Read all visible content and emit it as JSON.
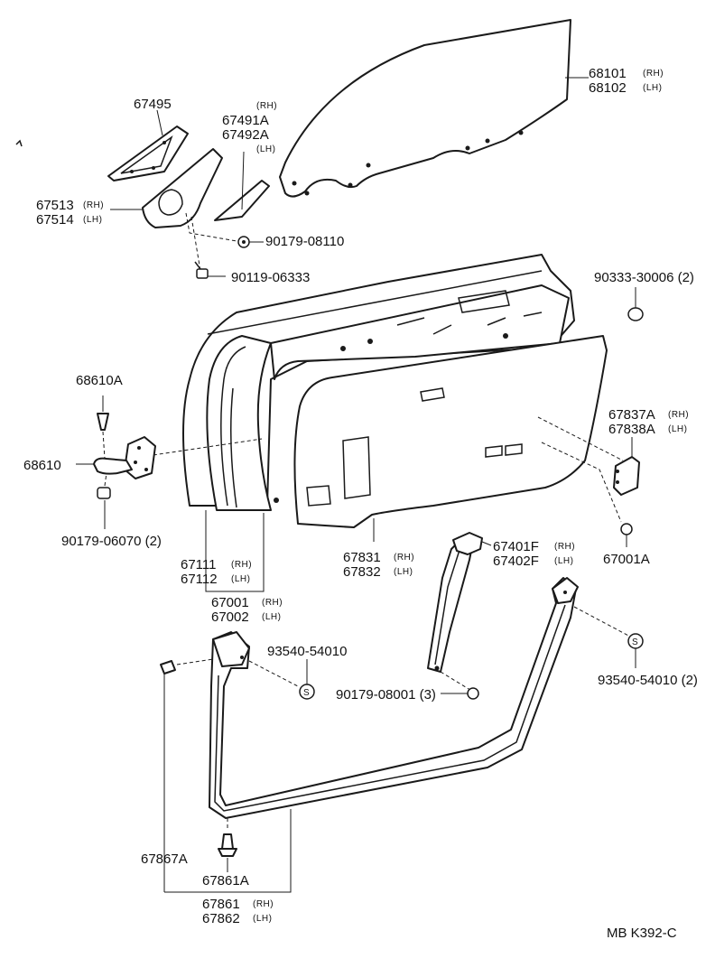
{
  "diagram": {
    "callouts": [
      {
        "id": "68101",
        "part": "68101",
        "side": "(RH)",
        "part2": "68102",
        "side2": "(LH)"
      },
      {
        "id": "67495",
        "part": "67495"
      },
      {
        "id": "67491A",
        "part": "67491A",
        "side_top": "(RH)",
        "part2": "67492A",
        "side2": "(LH)"
      },
      {
        "id": "67513",
        "part": "67513",
        "side": "(RH)",
        "part2": "67514",
        "side2": "(LH)"
      },
      {
        "id": "90179-08110",
        "part": "90179-08110"
      },
      {
        "id": "90119-06333",
        "part": "90119-06333"
      },
      {
        "id": "90333-30006",
        "part": "90333-30006 (2)"
      },
      {
        "id": "68610A",
        "part": "68610A"
      },
      {
        "id": "68610",
        "part": "68610"
      },
      {
        "id": "90179-06070",
        "part": "90179-06070 (2)"
      },
      {
        "id": "67837A",
        "part": "67837A",
        "side": "(RH)",
        "part2": "67838A",
        "side2": "(LH)"
      },
      {
        "id": "67111",
        "part": "67111",
        "side": "(RH)",
        "part2": "67112",
        "side2": "(LH)"
      },
      {
        "id": "67001",
        "part": "67001",
        "side": "(RH)",
        "part2": "67002",
        "side2": "(LH)"
      },
      {
        "id": "67831",
        "part": "67831",
        "side": "(RH)",
        "part2": "67832",
        "side2": "(LH)"
      },
      {
        "id": "67401F",
        "part": "67401F",
        "side": "(RH)",
        "part2": "67402F",
        "side2": "(LH)"
      },
      {
        "id": "67001A",
        "part": "67001A"
      },
      {
        "id": "93540-54010-a",
        "part": "93540-54010"
      },
      {
        "id": "93540-54010-b",
        "part": "93540-54010 (2)"
      },
      {
        "id": "90179-08001",
        "part": "90179-08001 (3)"
      },
      {
        "id": "67867A",
        "part": "67867A"
      },
      {
        "id": "67861A",
        "part": "67861A"
      },
      {
        "id": "67861",
        "part": "67861",
        "side": "(RH)",
        "part2": "67862",
        "side2": "(LH)"
      }
    ],
    "clip_symbol": "S",
    "drawing_code": "MB  K392-C"
  }
}
